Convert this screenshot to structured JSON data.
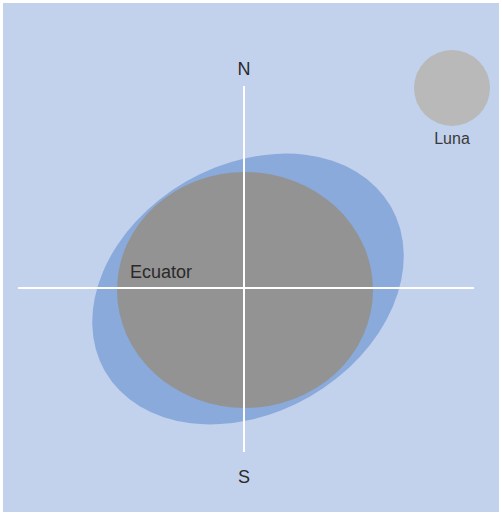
{
  "diagram": {
    "nodes": [
      {
        "text": [
          "Luna"
        ]
      }
    ],
    "labels": [
      "N",
      "Ecuator",
      "S"
    ]
  }
}
